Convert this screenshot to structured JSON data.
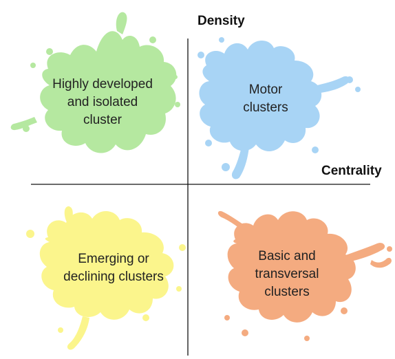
{
  "axes": {
    "y_title": "Density",
    "x_title": "Centrality"
  },
  "quadrants": {
    "top_left": {
      "lines": [
        "Highly developed",
        "and isolated",
        "cluster"
      ],
      "color": "#b5e8a0"
    },
    "top_right": {
      "lines": [
        "Motor",
        "clusters"
      ],
      "color": "#a8d4f5"
    },
    "bottom_left": {
      "lines": [
        "Emerging or",
        "declining clusters"
      ],
      "color": "#fbf58c"
    },
    "bottom_right": {
      "lines": [
        "Basic and",
        "transversal",
        "clusters"
      ],
      "color": "#f4ab80"
    }
  }
}
